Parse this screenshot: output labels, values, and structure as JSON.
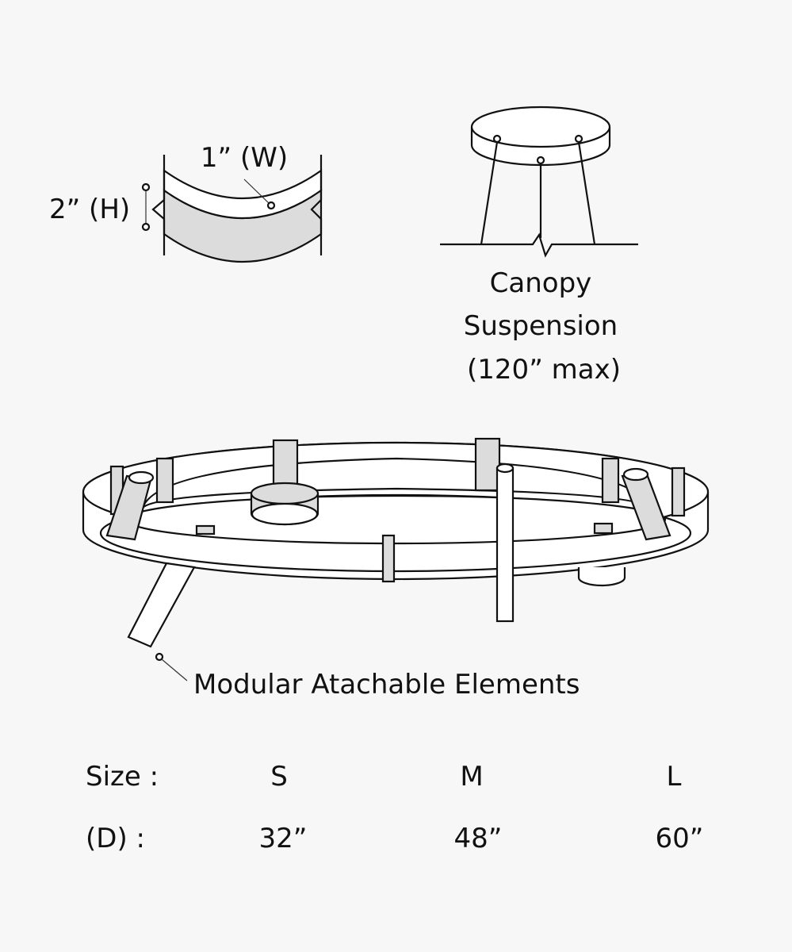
{
  "profile": {
    "width_label": "1” (W)",
    "height_label": "2” (H)"
  },
  "canopy": {
    "lines": [
      "Canopy",
      "Suspension",
      "(120” max)"
    ]
  },
  "fixture": {
    "callout": "Modular Atachable Elements"
  },
  "sizes": {
    "size_label": "Size :",
    "diameter_label": "(D) :",
    "columns": [
      {
        "size": "S",
        "diameter": "32”"
      },
      {
        "size": "M",
        "diameter": "48”"
      },
      {
        "size": "L",
        "diameter": "60”"
      }
    ]
  },
  "colors": {
    "background": "#f7f7f7",
    "line": "#111111",
    "fill_gray": "#dcdcdc"
  }
}
